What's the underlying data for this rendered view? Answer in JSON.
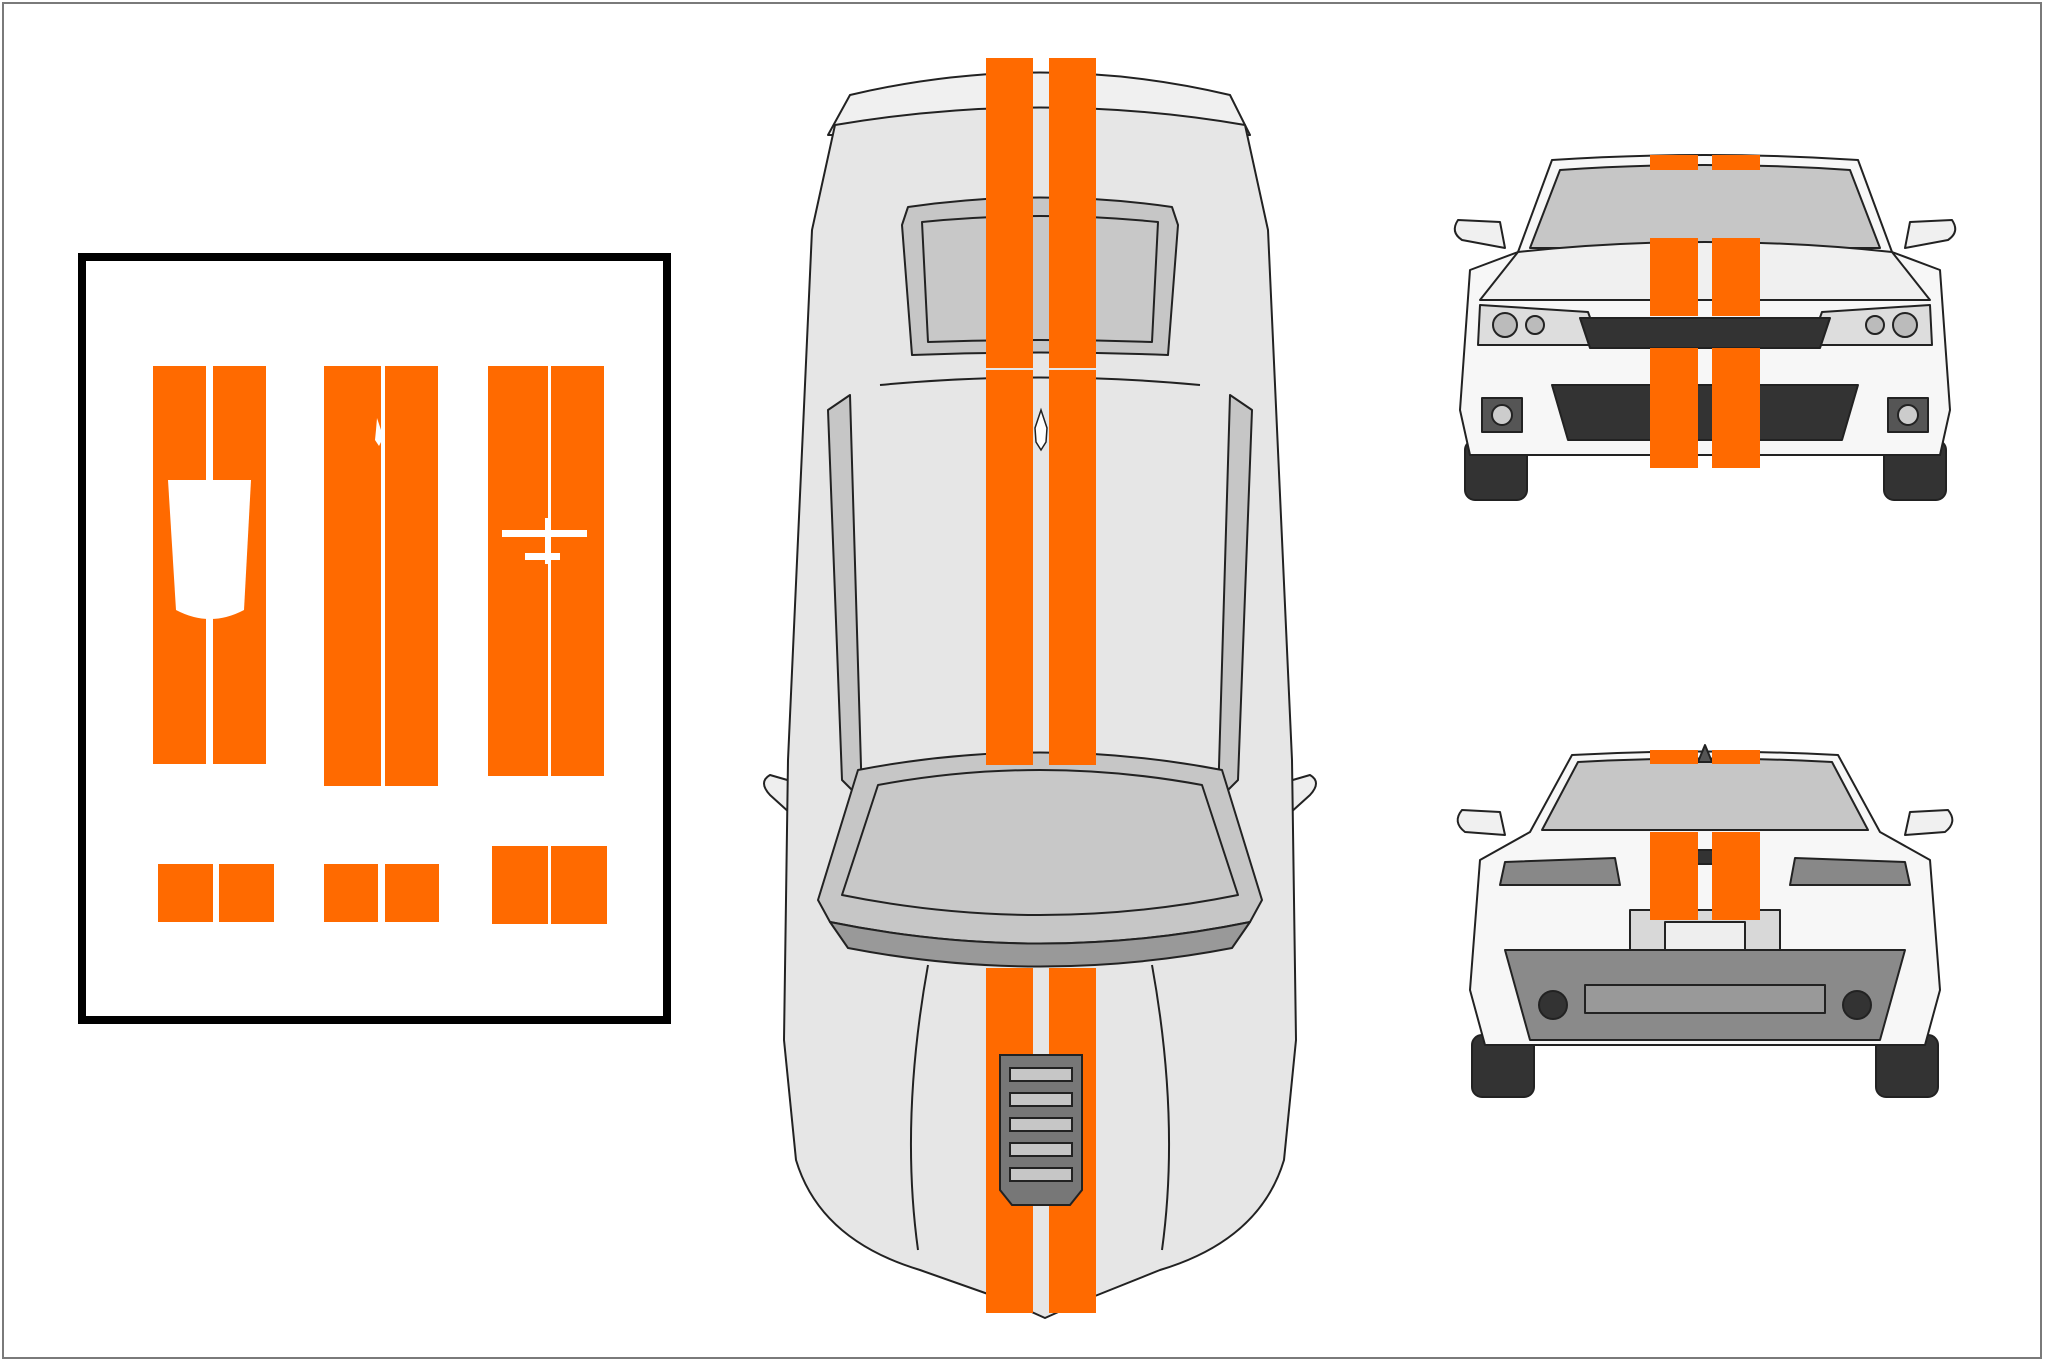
{
  "colors": {
    "stripe": "#ff6a00",
    "body": "#e6e6e6",
    "body_light": "#f2f2f2",
    "glass": "#c6c6c6",
    "dark": "#333333",
    "outline": "#222222",
    "frame": "#7a7a7a",
    "panel_border": "#000000"
  },
  "panels": {
    "stripe_kit": {
      "kits": [
        "hood-scoop-cutout",
        "plain-with-vent-notch",
        "cross-emblem-cutout"
      ]
    },
    "top_view": {
      "view": "top"
    },
    "front_view": {
      "view": "front"
    },
    "rear_view": {
      "view": "rear"
    }
  }
}
